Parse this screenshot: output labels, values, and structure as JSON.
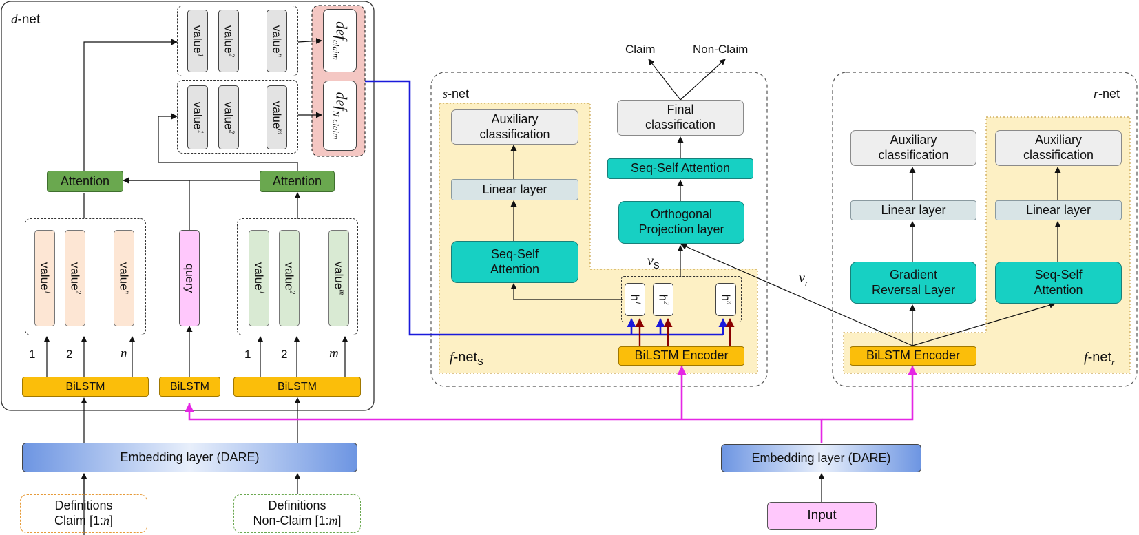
{
  "dnet": {
    "label": "d-net",
    "label_italic": "d",
    "label_rest": "-net",
    "top_claim_values": [
      "value",
      "value",
      "value"
    ],
    "top_claim_sups": [
      "1",
      "2",
      "n"
    ],
    "top_nonclaim_values": [
      "value",
      "value",
      "value"
    ],
    "top_nonclaim_sups": [
      "1",
      "2",
      "m"
    ],
    "def_claim": "def",
    "def_claim_sub": "claim",
    "def_nonclaim": "def",
    "def_nonclaim_sub": "N-claim",
    "attention_left": "Attention",
    "attention_right": "Attention",
    "left_values": [
      "value",
      "value",
      "value"
    ],
    "left_sups": [
      "1",
      "2",
      "n"
    ],
    "query": "query",
    "right_values": [
      "value",
      "value",
      "value"
    ],
    "right_sups": [
      "1",
      "2",
      "m"
    ],
    "left_idx": [
      "1",
      "2",
      "n"
    ],
    "right_idx": [
      "1",
      "2",
      "m"
    ],
    "bilstm_left": "BiLSTM",
    "bilstm_mid": "BiLSTM",
    "bilstm_right": "BiLSTM",
    "embedding": "Embedding layer (DARE)",
    "definitions_claim_l1": "Definitions",
    "definitions_claim_l2": "Claim [1:",
    "definitions_claim_var": "n",
    "definitions_claim_end": "]",
    "definitions_nonclaim_l1": "Definitions",
    "definitions_nonclaim_l2": "Non-Claim [1:",
    "definitions_nonclaim_var": "m",
    "definitions_nonclaim_end": "]"
  },
  "snet": {
    "label_italic": "s",
    "label_rest": "-net",
    "aux_l1": "Auxiliary",
    "aux_l2": "classification",
    "linear": "Linear layer",
    "seq_l1": "Seq-Self",
    "seq_l2": "Attention",
    "final_l1": "Final",
    "final_l2": "classification",
    "seq_self_attention": "Seq-Self Attention",
    "ortho_l1": "Orthogonal",
    "ortho_l2": "Projection layer",
    "vs_main": "v",
    "vs_sub": "S",
    "h_labels": [
      "h",
      "h",
      "h"
    ],
    "h_sups": [
      "1",
      "2",
      "n"
    ],
    "encoder": "BiLSTM Encoder",
    "fnet_italic": "f",
    "fnet_rest": "-net",
    "fnet_sub": "S"
  },
  "outputs": {
    "claim": "Claim",
    "nonclaim": "Non-Claim"
  },
  "rnet": {
    "label_italic": "r",
    "label_rest": "-net",
    "vr_main": "v",
    "vr_sub": "r",
    "aux1_l1": "Auxiliary",
    "aux1_l2": "classification",
    "aux2_l1": "Auxiliary",
    "aux2_l2": "classification",
    "linear1": "Linear layer",
    "linear2": "Linear layer",
    "grl_l1": "Gradient",
    "grl_l2": "Reversal Layer",
    "seq_l1": "Seq-Self",
    "seq_l2": "Attention",
    "encoder": "BiLSTM Encoder",
    "fnet_italic": "f",
    "fnet_rest": "-net",
    "fnet_sub": "r"
  },
  "input_side": {
    "embedding": "Embedding layer (DARE)",
    "input": "Input"
  },
  "colors": {
    "blue_arrow": "#1a1adb",
    "red_arrow": "#8b0000",
    "magenta_arrow": "#e526e5",
    "panel_fill": "#fdf0c4"
  }
}
